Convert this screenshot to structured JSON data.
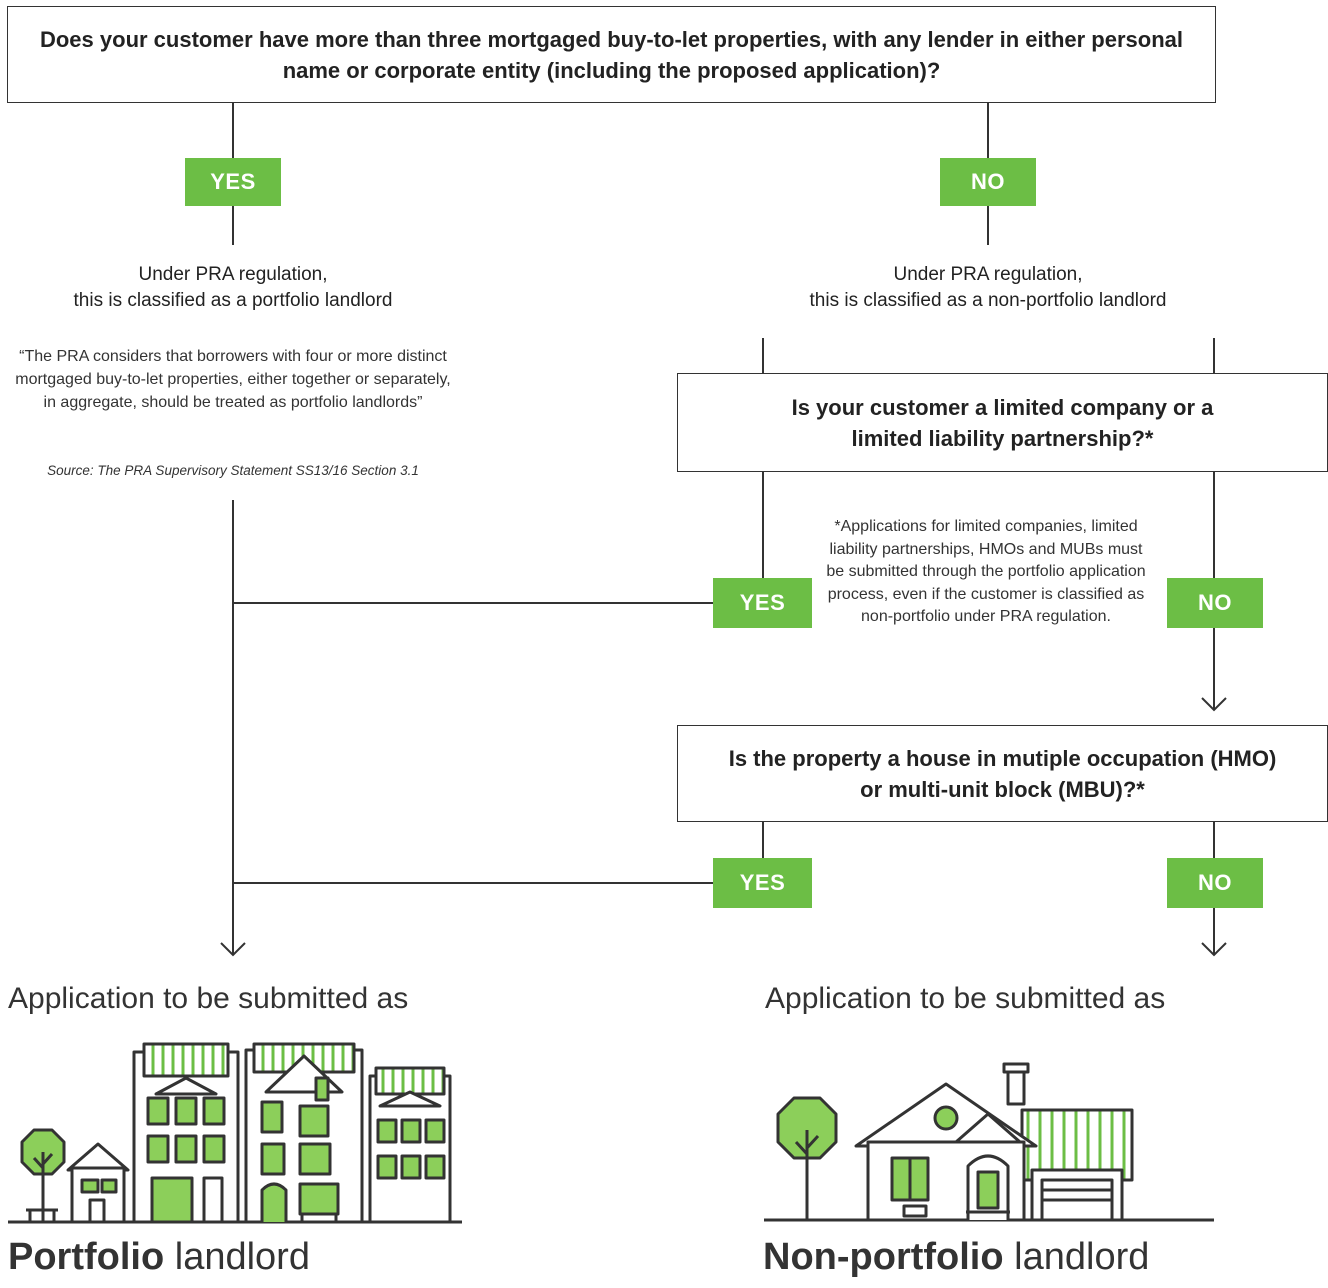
{
  "question1": "Does your customer have more than three mortgaged buy-to-let properties, with any lender in either personal name or corporate entity (including the proposed application)?",
  "yes_label": "YES",
  "no_label": "NO",
  "left": {
    "classification_line1": "Under PRA regulation,",
    "classification_line2": "this is classified as a portfolio landlord",
    "quote": "“The PRA considers that borrowers with four or more distinct mortgaged buy-to-let properties, either together or separately, in aggregate, should be treated as portfolio landlords”",
    "source": "Source: The PRA Supervisory Statement SS13/16 Section 3.1"
  },
  "right": {
    "classification_line1": "Under PRA regulation,",
    "classification_line2": "this is classified as a non-portfolio landlord"
  },
  "question2": "Is your customer a limited company or a limited liability partnership?*",
  "question3": "Is the property a house in mutiple occupation (HMO) or multi-unit block (MBU)?*",
  "footnote": "*Applications for limited companies, limited liability partnerships, HMOs and MUBs must be submitted through the portfolio application process, even if the customer is classified as non-portfolio under PRA regulation.",
  "submitted_as": "Application to be submitted as",
  "outcome_portfolio": {
    "bold": "Portfolio",
    "rest": " landlord"
  },
  "outcome_non_portfolio": {
    "bold": "Non-portfolio",
    "rest": " landlord"
  },
  "colors": {
    "accent": "#6cbe45",
    "line": "#333333"
  }
}
